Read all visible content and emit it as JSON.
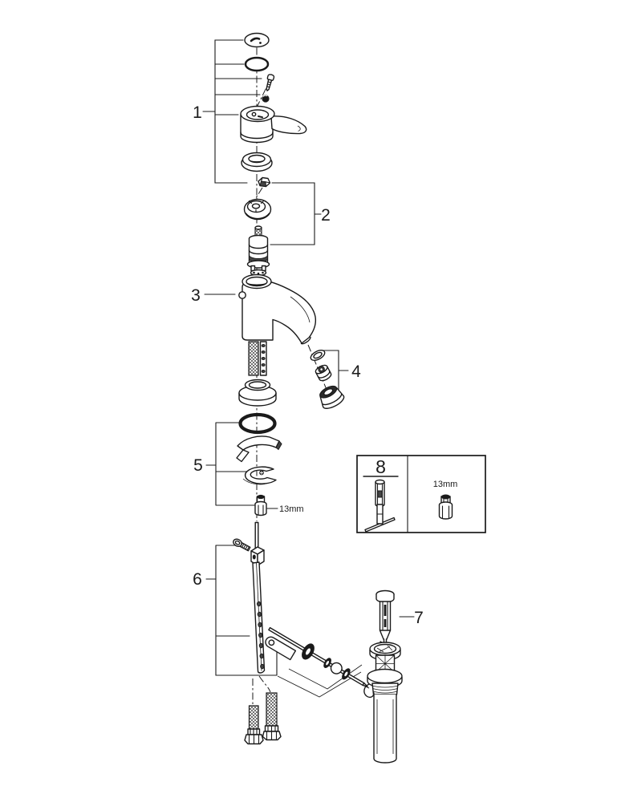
{
  "page": {
    "background": "#ffffff",
    "ink": "#1a1a1a"
  },
  "callouts": {
    "part1": "1",
    "part2": "2",
    "part3": "3",
    "part4": "4",
    "part5": "5",
    "part6": "6",
    "part7": "7",
    "part8": "8"
  },
  "annotations": {
    "pullrod_nut_size": "13mm",
    "kit_box_nut_size": "13mm"
  }
}
